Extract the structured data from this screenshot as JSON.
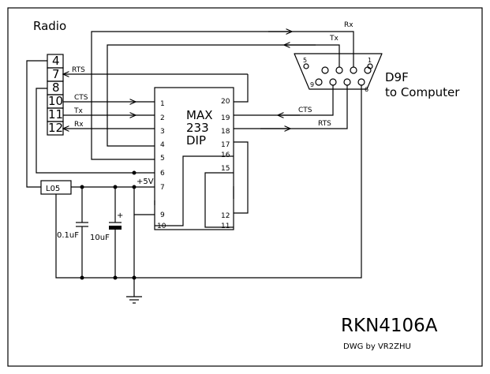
{
  "radio_label": "Radio",
  "connector_label_line1": "D9F",
  "connector_label_line2": "to Computer",
  "title": "RKN4106A",
  "credit": "DWG by VR2ZHU",
  "radio_pins": [
    "4",
    "7",
    "8",
    "10",
    "11",
    "12"
  ],
  "chip": {
    "name_line1": "MAX",
    "name_line2": "233",
    "name_line3": "DIP",
    "left_pins": [
      "1",
      "2",
      "3",
      "4",
      "5",
      "6",
      "7",
      "9",
      "10"
    ],
    "right_pins": [
      "20",
      "19",
      "18",
      "17",
      "16",
      "15",
      "12",
      "11"
    ]
  },
  "regulator": "L05",
  "supply": "+5V",
  "cap1": "0.1uF",
  "cap2": "10uF",
  "cap_polarity": "+",
  "signals": {
    "rts": "RTS",
    "cts": "CTS",
    "tx": "Tx",
    "rx": "Rx"
  },
  "db9_pins": [
    "5",
    "1",
    "9",
    "6"
  ]
}
